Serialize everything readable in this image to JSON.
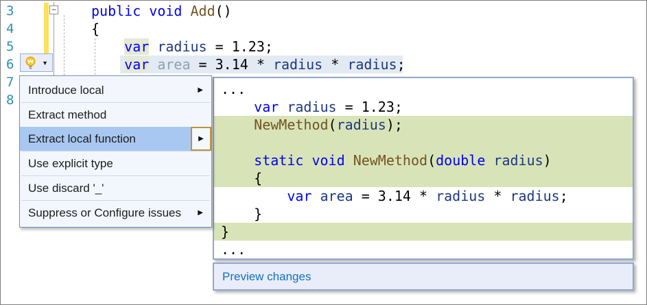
{
  "colors": {
    "keyword": "#0101ee",
    "method_name": "#74531f",
    "identifier": "#1f377f",
    "faded_identifier": "#90a0b2",
    "line_number": "#2b91af",
    "added_line_bg": "#d8e4b8",
    "statement_selection_bg": "#e2eaf3",
    "var_reference_bg": "#e5e9d6",
    "menu_selection_bg": "#a9c8f1",
    "menu_bg": "#f3f7fd",
    "popup_border": "#92a7cb",
    "link": "#1272c4",
    "change_bar": "#fbe15e",
    "lightbulb_yellow": "#fec411"
  },
  "editor": {
    "line_numbers": [
      "3",
      "4",
      "5",
      "6",
      "7",
      "8"
    ],
    "collapse_glyph": "−",
    "code_lines": [
      {
        "seg": [
          {
            "t": "public",
            "c": "kw"
          },
          {
            "t": " "
          },
          {
            "t": "void",
            "c": "kw"
          },
          {
            "t": " "
          },
          {
            "t": "Add",
            "c": "method"
          },
          {
            "t": "()"
          }
        ]
      },
      {
        "seg": [
          {
            "t": "{"
          }
        ]
      },
      {
        "seg": [
          {
            "t": "    "
          },
          {
            "t": "var",
            "c": "kw varbox"
          },
          {
            "t": " "
          },
          {
            "t": "radius",
            "c": "ident"
          },
          {
            "t": " = 1.23;"
          }
        ]
      },
      {
        "seg": [
          {
            "t": "    "
          },
          {
            "t": "var",
            "c": "kw varbox"
          },
          {
            "t": " "
          },
          {
            "t": "area",
            "c": "faded"
          },
          {
            "t": " = 3.14 * "
          },
          {
            "t": "radius",
            "c": "ident"
          },
          {
            "t": " * "
          },
          {
            "t": "radius",
            "c": "ident"
          },
          {
            "t": ";"
          }
        ]
      }
    ]
  },
  "lightbulb": {
    "dropdown_glyph": "▼"
  },
  "menu": {
    "submenu_arrow": "▶",
    "items": [
      {
        "label": "Introduce local"
      },
      {
        "label": "Extract method"
      },
      {
        "label": "Extract local function"
      },
      {
        "label": "Use explicit type"
      },
      {
        "label": "Use discard '_'"
      },
      {
        "label": "Suppress or Configure issues"
      }
    ]
  },
  "preview": {
    "code_lines": [
      {
        "seg": [
          {
            "t": "..."
          }
        ]
      },
      {
        "seg": [
          {
            "t": "    "
          },
          {
            "t": "var",
            "c": "kw"
          },
          {
            "t": " "
          },
          {
            "t": "radius",
            "c": "ident"
          },
          {
            "t": " = 1.23;"
          }
        ]
      },
      {
        "bg": "green",
        "seg": [
          {
            "t": "    "
          },
          {
            "t": "NewMethod",
            "c": "method"
          },
          {
            "t": "("
          },
          {
            "t": "radius",
            "c": "ident"
          },
          {
            "t": ");"
          }
        ]
      },
      {
        "bg": "green",
        "seg": [
          {
            "t": ""
          }
        ]
      },
      {
        "bg": "green",
        "seg": [
          {
            "t": "    "
          },
          {
            "t": "static",
            "c": "kw"
          },
          {
            "t": " "
          },
          {
            "t": "void",
            "c": "kw"
          },
          {
            "t": " "
          },
          {
            "t": "NewMethod",
            "c": "method"
          },
          {
            "t": "("
          },
          {
            "t": "double",
            "c": "kw"
          },
          {
            "t": " "
          },
          {
            "t": "radius",
            "c": "ident"
          },
          {
            "t": ")"
          }
        ]
      },
      {
        "bg": "green",
        "seg": [
          {
            "t": "    {"
          }
        ]
      },
      {
        "seg": [
          {
            "t": "        "
          },
          {
            "t": "var",
            "c": "kw"
          },
          {
            "t": " "
          },
          {
            "t": "area",
            "c": "ident"
          },
          {
            "t": " = 3.14 * "
          },
          {
            "t": "radius",
            "c": "ident"
          },
          {
            "t": " * "
          },
          {
            "t": "radius",
            "c": "ident"
          },
          {
            "t": ";"
          }
        ]
      },
      {
        "seg": [
          {
            "t": "    }"
          }
        ]
      },
      {
        "bg": "green",
        "seg": [
          {
            "t": "}"
          }
        ]
      },
      {
        "seg": [
          {
            "t": "..."
          }
        ]
      }
    ],
    "footer_label": "Preview changes"
  }
}
